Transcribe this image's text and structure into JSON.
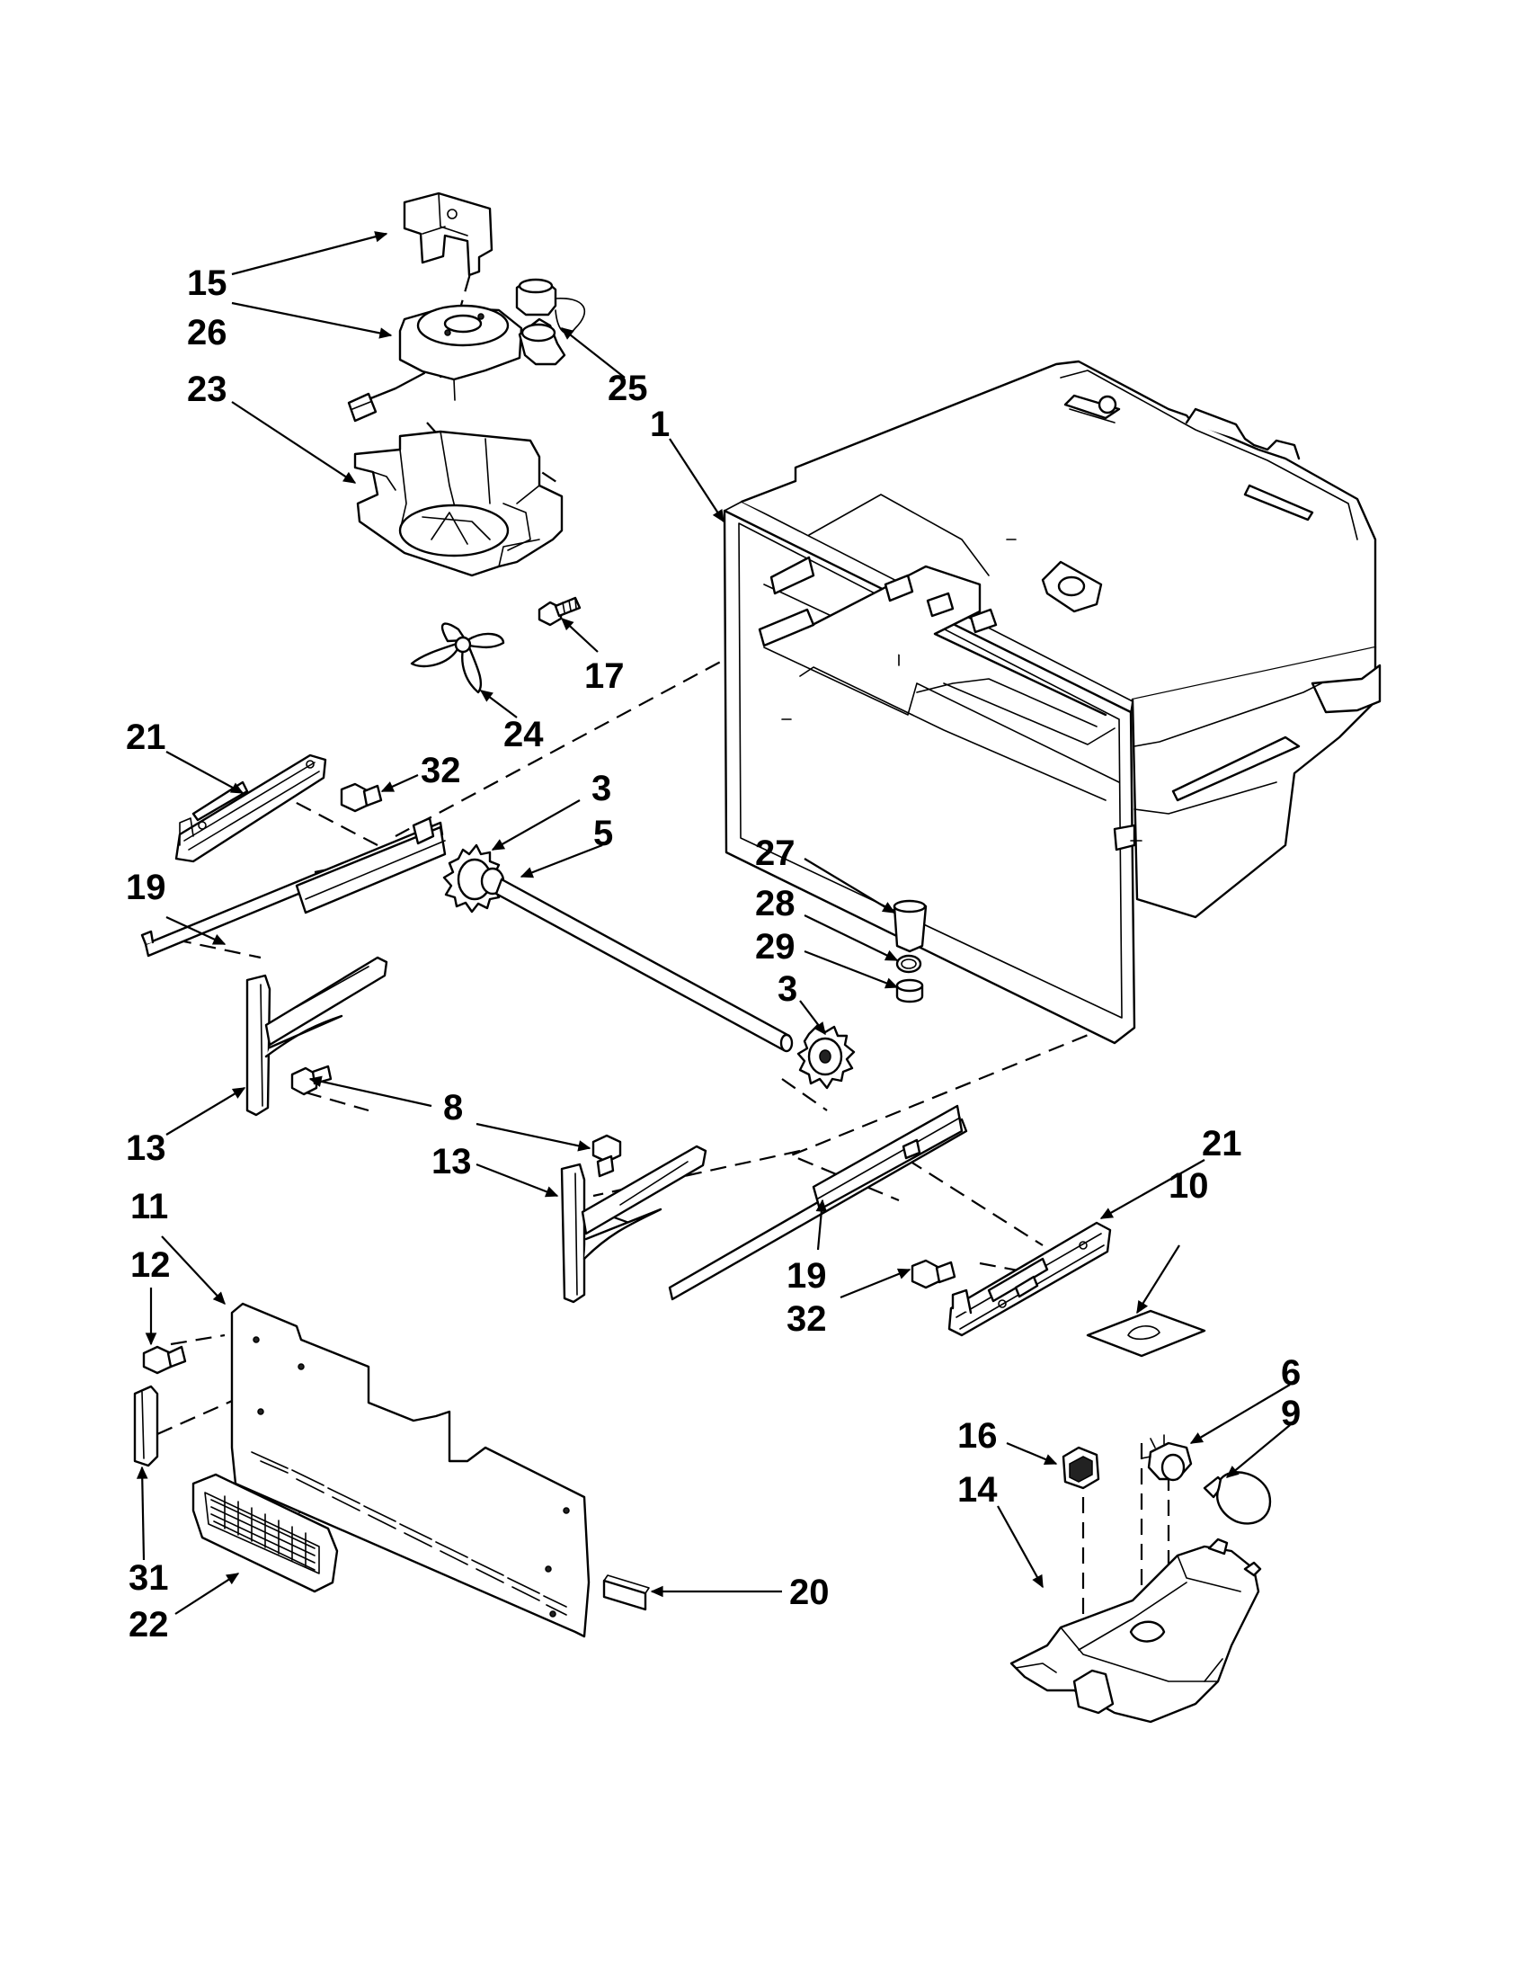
{
  "callouts": [
    {
      "id": "c15",
      "text": "15"
    },
    {
      "id": "c26",
      "text": "26"
    },
    {
      "id": "c23",
      "text": "23"
    },
    {
      "id": "c25",
      "text": "25"
    },
    {
      "id": "c1",
      "text": "1"
    },
    {
      "id": "c17",
      "text": "17"
    },
    {
      "id": "c24",
      "text": "24"
    },
    {
      "id": "c21a",
      "text": "21"
    },
    {
      "id": "c32a",
      "text": "32"
    },
    {
      "id": "c3a",
      "text": "3"
    },
    {
      "id": "c5",
      "text": "5"
    },
    {
      "id": "c19a",
      "text": "19"
    },
    {
      "id": "c27",
      "text": "27"
    },
    {
      "id": "c28",
      "text": "28"
    },
    {
      "id": "c29",
      "text": "29"
    },
    {
      "id": "c3b",
      "text": "3"
    },
    {
      "id": "c8",
      "text": "8"
    },
    {
      "id": "c13a",
      "text": "13"
    },
    {
      "id": "c13b",
      "text": "13"
    },
    {
      "id": "c21b",
      "text": "21"
    },
    {
      "id": "c10",
      "text": "10"
    },
    {
      "id": "c11",
      "text": "11"
    },
    {
      "id": "c12",
      "text": "12"
    },
    {
      "id": "c19b",
      "text": "19"
    },
    {
      "id": "c32b",
      "text": "32"
    },
    {
      "id": "c6",
      "text": "6"
    },
    {
      "id": "c9",
      "text": "9"
    },
    {
      "id": "c16",
      "text": "16"
    },
    {
      "id": "c14",
      "text": "14"
    },
    {
      "id": "c31",
      "text": "31"
    },
    {
      "id": "c22",
      "text": "22"
    },
    {
      "id": "c20",
      "text": "20"
    }
  ]
}
